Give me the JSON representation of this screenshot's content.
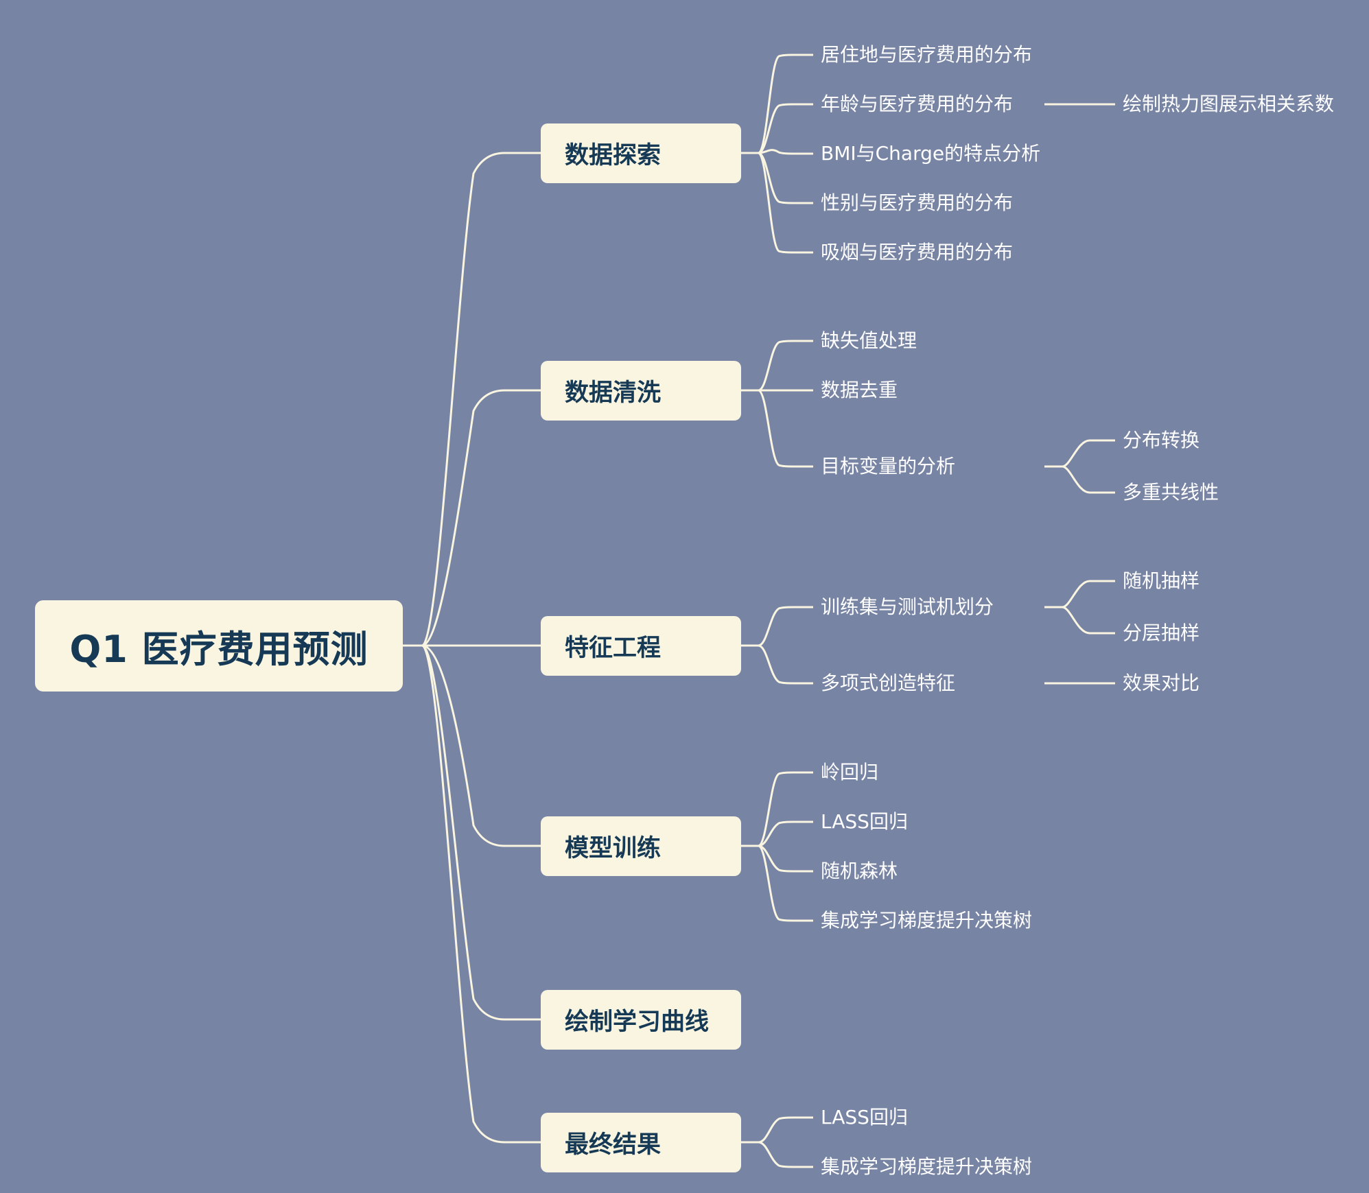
{
  "root": {
    "label": "Q1 医疗费用预测"
  },
  "branches": [
    {
      "label": "数据探索",
      "children": [
        {
          "label": "居住地与医疗费用的分布"
        },
        {
          "label": "年龄与医疗费用的分布",
          "children": [
            {
              "label": "绘制热力图展示相关系数"
            }
          ]
        },
        {
          "label": "BMI与Charge的特点分析"
        },
        {
          "label": "性别与医疗费用的分布"
        },
        {
          "label": "吸烟与医疗费用的分布"
        }
      ]
    },
    {
      "label": "数据清洗",
      "children": [
        {
          "label": "缺失值处理"
        },
        {
          "label": "数据去重"
        },
        {
          "label": "目标变量的分析",
          "children": [
            {
              "label": "分布转换"
            },
            {
              "label": "多重共线性"
            }
          ]
        }
      ]
    },
    {
      "label": "特征工程",
      "children": [
        {
          "label": "训练集与测试机划分",
          "children": [
            {
              "label": "随机抽样"
            },
            {
              "label": "分层抽样"
            }
          ]
        },
        {
          "label": "多项式创造特征",
          "children": [
            {
              "label": "效果对比"
            }
          ]
        }
      ]
    },
    {
      "label": "模型训练",
      "children": [
        {
          "label": "岭回归"
        },
        {
          "label": "LASS回归"
        },
        {
          "label": "随机森林"
        },
        {
          "label": "集成学习梯度提升决策树"
        }
      ]
    },
    {
      "label": "绘制学习曲线",
      "children": []
    },
    {
      "label": "最终结果",
      "children": [
        {
          "label": "LASS回归"
        },
        {
          "label": "集成学习梯度提升决策树"
        }
      ]
    }
  ],
  "colors": {
    "background": "#7884a3",
    "node_fill": "#f9f5e1",
    "node_text": "#163a55",
    "line": "#f9f5e1",
    "leaf_text": "#ffffff"
  }
}
